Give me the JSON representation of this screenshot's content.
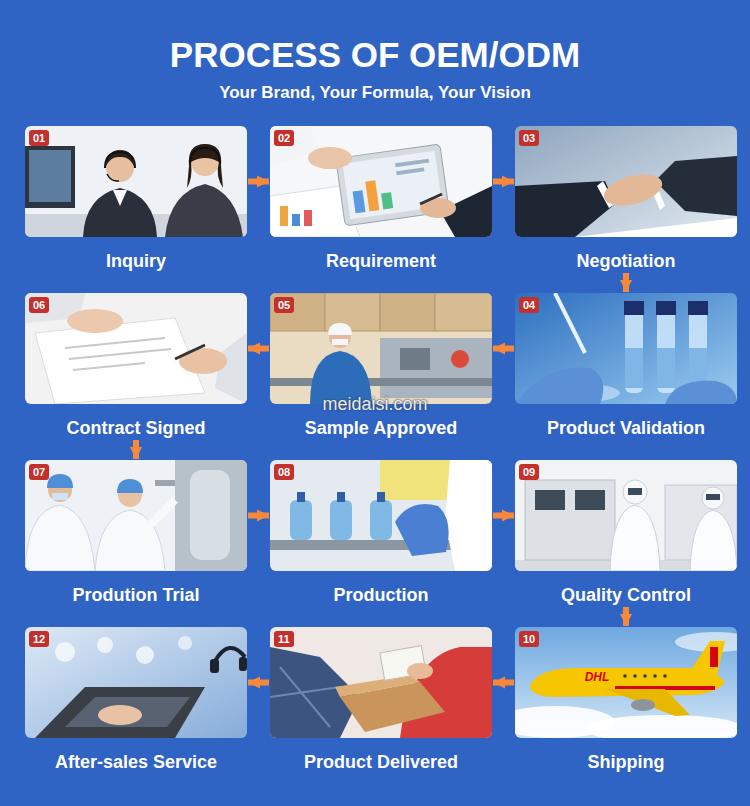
{
  "diagram": {
    "title": "PROCESS OF OEM/ODM",
    "nodes": [
      {
        "text": [
          "01",
          "Inquiry"
        ]
      },
      {
        "text": [
          "02",
          "Requirement"
        ]
      },
      {
        "text": [
          "03",
          "Negotiation"
        ]
      },
      {
        "text": [
          "04",
          "Product Validation"
        ]
      },
      {
        "text": [
          "05",
          "Sample Approved"
        ]
      },
      {
        "text": [
          "06",
          "Contract Signed"
        ]
      },
      {
        "text": [
          "07",
          "Prodution Trial"
        ]
      },
      {
        "text": [
          "08",
          "Production"
        ]
      },
      {
        "text": [
          "09",
          "Quality Control"
        ]
      },
      {
        "text": [
          "10",
          "Shipping"
        ]
      },
      {
        "text": [
          "11",
          "Product Delivered"
        ]
      },
      {
        "text": [
          "12",
          "After-sales Service"
        ]
      }
    ],
    "edges": [
      {
        "from": 0,
        "to": 1,
        "arrow": "to"
      },
      {
        "from": 1,
        "to": 2,
        "arrow": "to"
      },
      {
        "from": 2,
        "to": 3,
        "arrow": "to"
      },
      {
        "from": 3,
        "to": 4,
        "arrow": "to"
      },
      {
        "from": 4,
        "to": 5,
        "arrow": "to"
      },
      {
        "from": 5,
        "to": 6,
        "arrow": "to"
      },
      {
        "from": 6,
        "to": 7,
        "arrow": "to"
      },
      {
        "from": 7,
        "to": 8,
        "arrow": "to"
      },
      {
        "from": 8,
        "to": 9,
        "arrow": "to"
      },
      {
        "from": 9,
        "to": 10,
        "arrow": "to"
      },
      {
        "from": 10,
        "to": 11,
        "arrow": "to"
      }
    ],
    "labels": [
      "Your Brand, Your Formula, Your Vision",
      "meidaisi.com",
      "DHL"
    ]
  }
}
